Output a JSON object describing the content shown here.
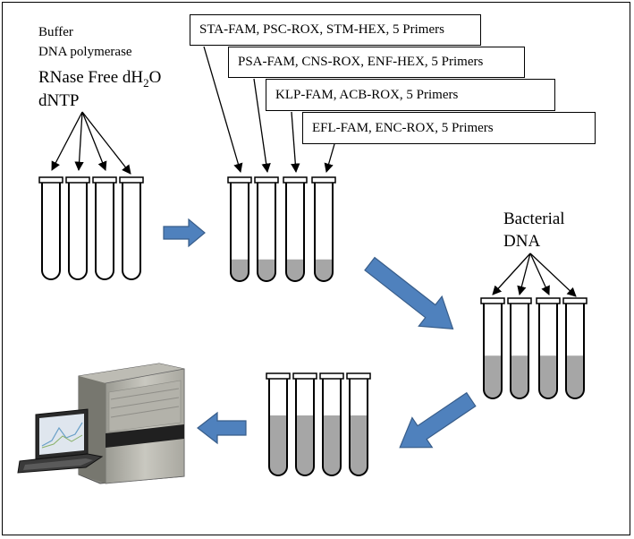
{
  "reagents": {
    "buffer": "Buffer",
    "polymerase": "DNA polymerase",
    "water_main": "RNase Free dH",
    "water_sub": "2",
    "water_end": "O",
    "dntp": "dNTP"
  },
  "primer_sets": [
    "STA-FAM, PSC-ROX, STM-HEX, 5 Primers",
    "PSA-FAM, CNS-ROX, ENF-HEX, 5 Primers",
    "KLP-FAM, ACB-ROX, 5 Primers",
    "EFL-FAM, ENC-ROX, 5 Primers"
  ],
  "bacterial_dna": {
    "line1": "Bacterial",
    "line2": "DNA"
  },
  "colors": {
    "arrow_fill": "#4f81bd",
    "arrow_stroke": "#385d8a",
    "liquid": "#a6a6a6",
    "tube_stroke": "#000000"
  },
  "tube_groups": [
    {
      "name": "master-mix-tubes",
      "fill_fraction": 0
    },
    {
      "name": "primer-tubes",
      "fill_fraction": 0.22
    },
    {
      "name": "dna-tubes",
      "fill_fraction": 0.45
    },
    {
      "name": "ready-tubes",
      "fill_fraction": 0.62
    }
  ],
  "icons": {
    "instrument": "qpcr-instrument-icon",
    "laptop": "laptop-icon"
  }
}
